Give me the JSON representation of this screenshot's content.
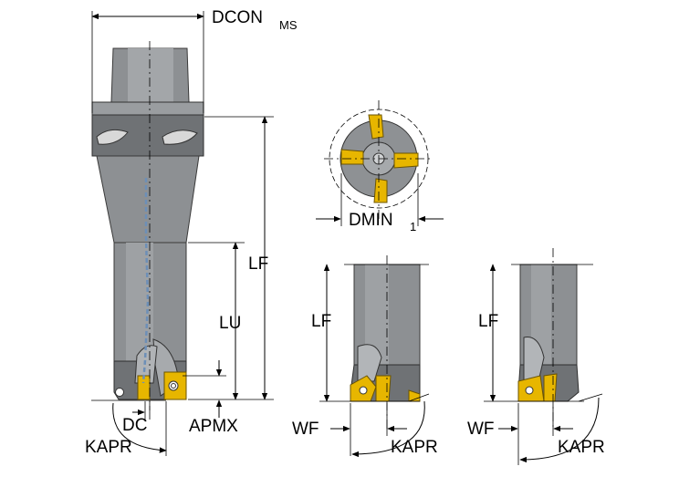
{
  "labels": {
    "dcon": "DCON",
    "dcon_sub": "MS",
    "lf": "LF",
    "lu": "LU",
    "dc": "DC",
    "apmx": "APMX",
    "kapr": "KAPR",
    "dmin": "DMIN",
    "dmin_sub": "1",
    "wf": "WF"
  },
  "colors": {
    "tool_body": "#8d9093",
    "insert": "#e7b600",
    "coolant": "#6d8fb7",
    "dimension_lines": "#000000"
  }
}
